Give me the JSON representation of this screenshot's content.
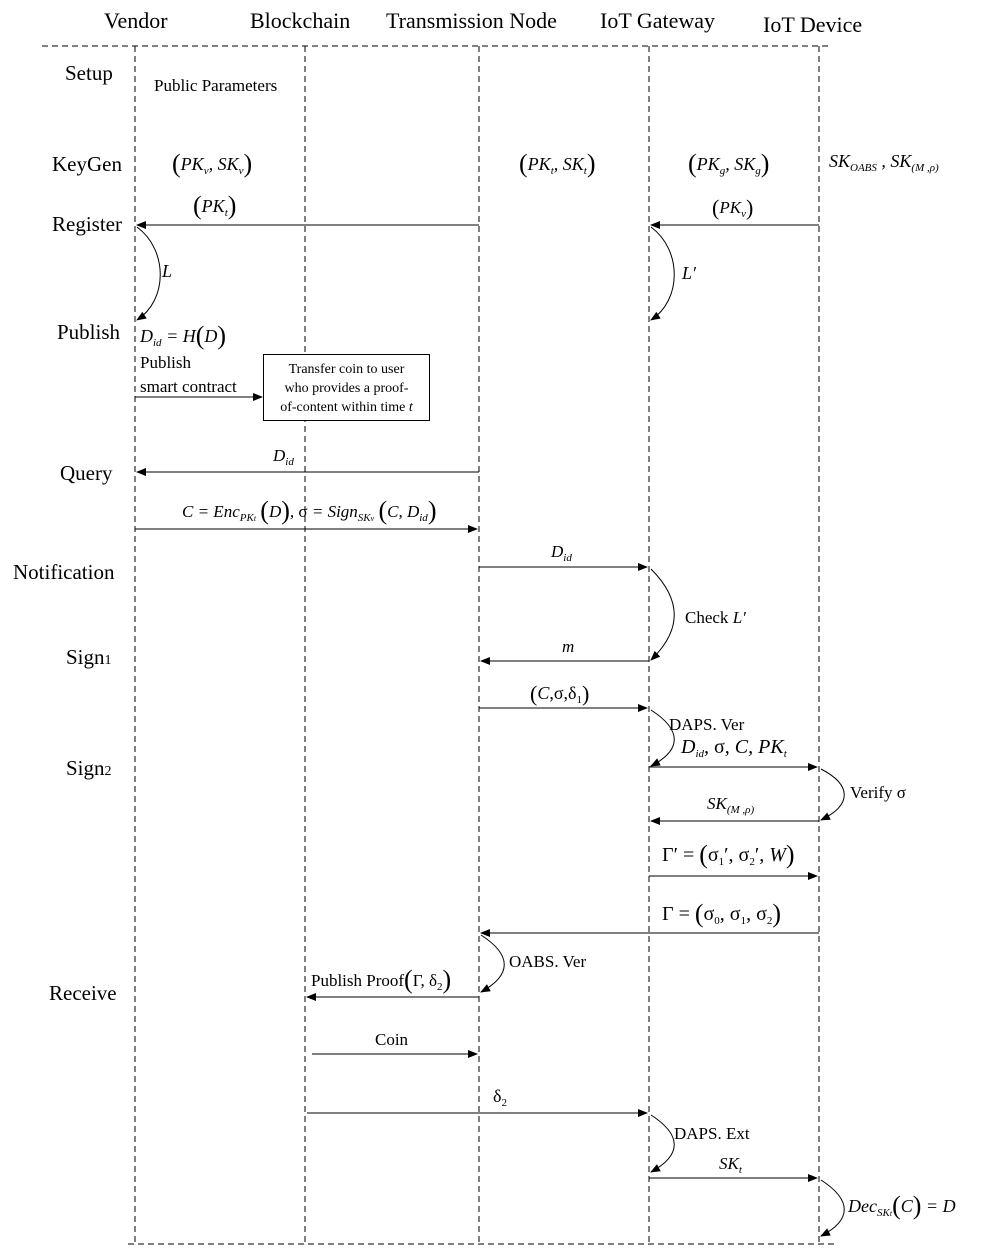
{
  "lanes": {
    "vendor": "Vendor",
    "blockchain": "Blockchain",
    "transmission_node": "Transmission Node",
    "iot_gateway": "IoT Gateway",
    "iot_device": "IoT Device"
  },
  "phases": {
    "setup": "Setup",
    "keygen": "KeyGen",
    "register": "Register",
    "publish": "Publish",
    "query": "Query",
    "notification": "Notification",
    "sign1": "Sign",
    "sign1_idx": "1",
    "sign2": "Sign",
    "sign2_idx": "2",
    "receive": "Receive"
  },
  "messages": {
    "public_parameters": "Public Parameters",
    "publish_contract_1": "Publish",
    "publish_contract_2": "smart contract",
    "contract_box_1": "Transfer coin to user",
    "contract_box_2": "who provides a proof-",
    "contract_box_3": "of-content within time",
    "contract_box_t": "t",
    "check": "Check",
    "daps_ver": "DAPS. Ver",
    "verify": "Verify σ",
    "oabs_ver": "OABS. Ver",
    "publish_proof": "Publish Proof",
    "coin": "Coin",
    "daps_ext": "DAPS. Ext",
    "l": "L",
    "l_prime": "L′",
    "m": "m"
  }
}
